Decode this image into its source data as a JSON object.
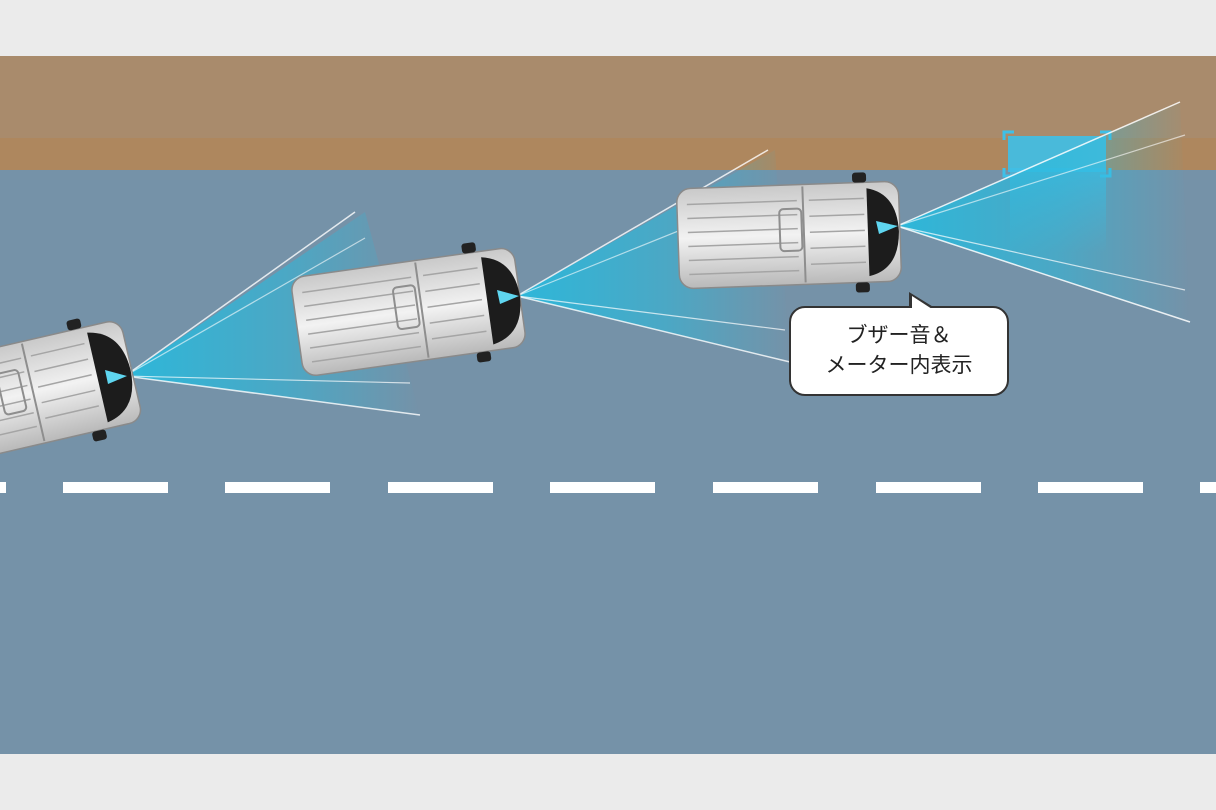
{
  "callout": {
    "line1": "ブザー音＆",
    "line2": "メーター内表示"
  },
  "colors": {
    "background": "#ebebeb",
    "sidewalk_top": "#a98b6c",
    "sidewalk_edge": "#ae875e",
    "road": "#7592a8",
    "lane_marking": "#ffffff",
    "sensor_beam": "#29b9dc",
    "obstacle": "#3ec0e8",
    "vehicle_body": "#d8d8d8"
  },
  "icons": {
    "vehicle": "van-top-view",
    "beam": "sensor-beam",
    "obstacle": "obstacle-marker"
  }
}
